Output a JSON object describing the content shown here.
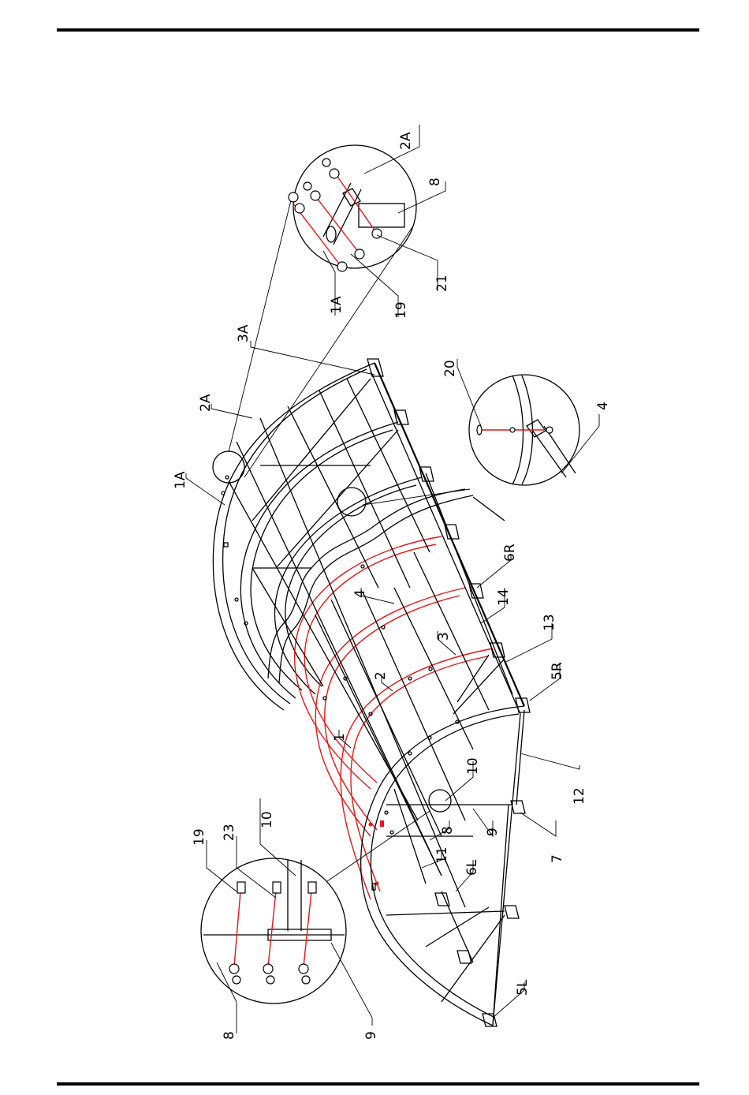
{
  "colors": {
    "line": "#000000",
    "highlight": "#e01818",
    "background": "#ffffff"
  },
  "labels": [
    {
      "id": "lbl-2A-top",
      "text": "2A"
    },
    {
      "id": "lbl-8-top",
      "text": "8"
    },
    {
      "id": "lbl-21",
      "text": "21"
    },
    {
      "id": "lbl-1A-detail",
      "text": "1A"
    },
    {
      "id": "lbl-19-top",
      "text": "19"
    },
    {
      "id": "lbl-3A",
      "text": "3A"
    },
    {
      "id": "lbl-2A-main",
      "text": "2A"
    },
    {
      "id": "lbl-1A-main",
      "text": "1A"
    },
    {
      "id": "lbl-20",
      "text": "20"
    },
    {
      "id": "lbl-4-detail",
      "text": "4"
    },
    {
      "id": "lbl-6R",
      "text": "6R"
    },
    {
      "id": "lbl-14",
      "text": "14"
    },
    {
      "id": "lbl-4-main",
      "text": "4"
    },
    {
      "id": "lbl-3",
      "text": "3"
    },
    {
      "id": "lbl-13",
      "text": "13"
    },
    {
      "id": "lbl-2",
      "text": "2"
    },
    {
      "id": "lbl-5R",
      "text": "5R"
    },
    {
      "id": "lbl-1",
      "text": "1"
    },
    {
      "id": "lbl-10-main",
      "text": "10"
    },
    {
      "id": "lbl-12",
      "text": "12"
    },
    {
      "id": "lbl-8-main",
      "text": "8"
    },
    {
      "id": "lbl-9-main",
      "text": "9"
    },
    {
      "id": "lbl-7",
      "text": "7"
    },
    {
      "id": "lbl-11",
      "text": "11"
    },
    {
      "id": "lbl-6L",
      "text": "6L"
    },
    {
      "id": "lbl-5L",
      "text": "5L"
    },
    {
      "id": "lbl-19-bottom",
      "text": "19"
    },
    {
      "id": "lbl-23",
      "text": "23"
    },
    {
      "id": "lbl-10-detail",
      "text": "10"
    },
    {
      "id": "lbl-8-bottom",
      "text": "8"
    },
    {
      "id": "lbl-9-bottom",
      "text": "9"
    }
  ]
}
